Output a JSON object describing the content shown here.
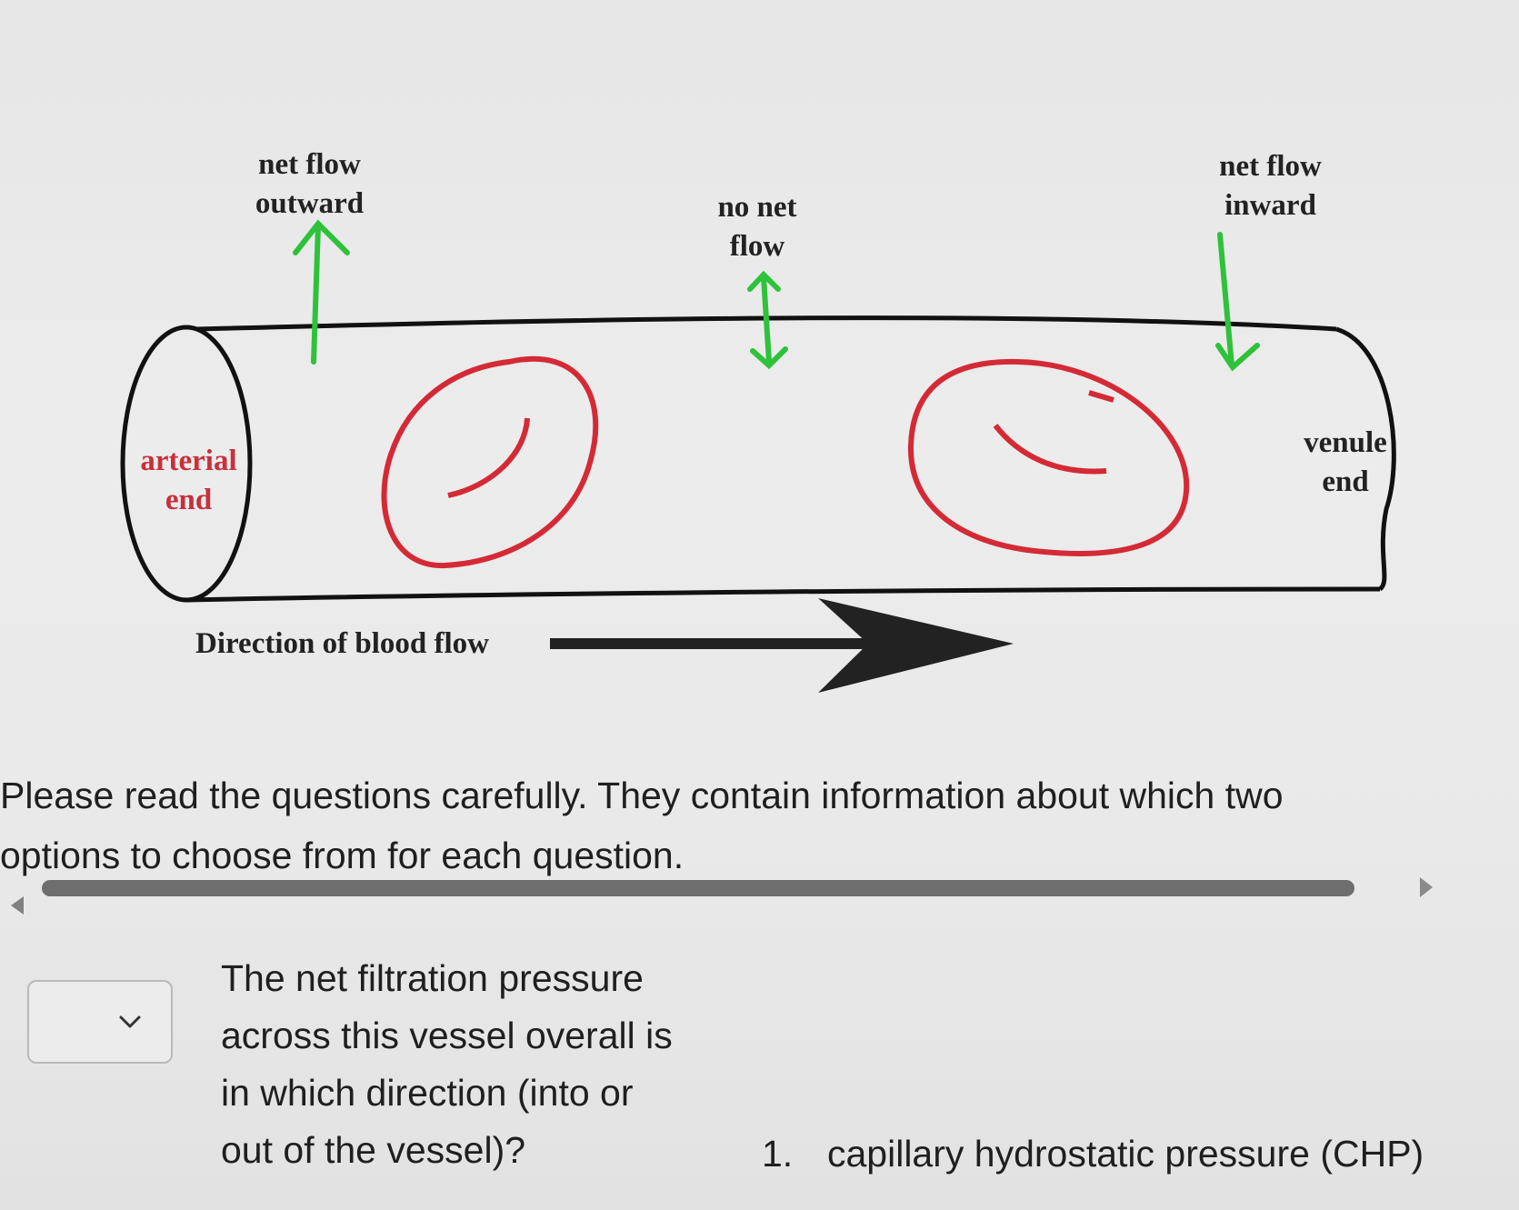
{
  "diagram": {
    "net_flow_outward": [
      "net flow",
      "outward"
    ],
    "no_net_flow": [
      "no net",
      "flow"
    ],
    "net_flow_inward": [
      "net flow",
      "inward"
    ],
    "arterial_end": [
      "arterial",
      "end"
    ],
    "venule_end": [
      "venule",
      "end"
    ],
    "blood_flow_label": "Direction of blood flow",
    "colors": {
      "arrow": "#2ec23a",
      "cell": "#d42a36",
      "outline": "#111111",
      "arterial_text": "#c9303a"
    }
  },
  "instructions": [
    "Please read the questions carefully. They contain information about which two",
    "options to choose from for each question."
  ],
  "question": {
    "dropdown_selected": "",
    "text_lines": [
      "The net filtration pressure",
      "across this vessel overall is",
      "in which direction (into or",
      "out of the vessel)?"
    ]
  },
  "options": [
    {
      "number": "1.",
      "label": "capillary hydrostatic pressure (CHP)"
    }
  ]
}
